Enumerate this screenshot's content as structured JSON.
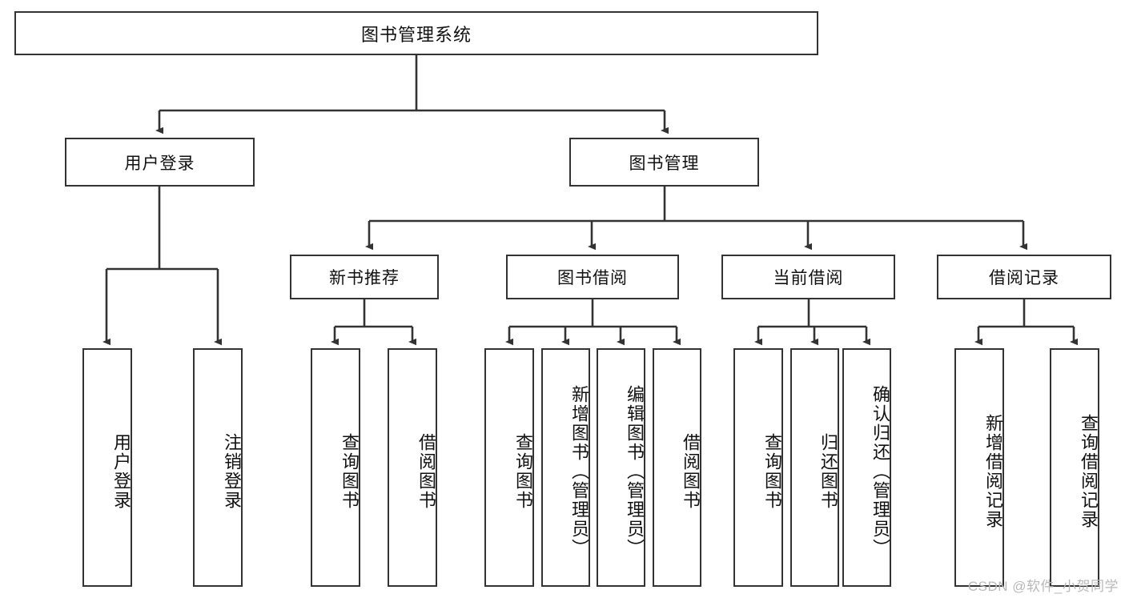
{
  "diagram": {
    "title": "图书管理系统",
    "type": "tree-hierarchy-chart",
    "root": {
      "id": "root",
      "label": "图书管理系统"
    },
    "level2": [
      {
        "id": "user-login",
        "label": "用户登录"
      },
      {
        "id": "book-management",
        "label": "图书管理"
      }
    ],
    "level3": [
      {
        "id": "new-book-recommend",
        "label": "新书推荐"
      },
      {
        "id": "book-borrow",
        "label": "图书借阅"
      },
      {
        "id": "current-borrow",
        "label": "当前借阅"
      },
      {
        "id": "borrow-record",
        "label": "借阅记录"
      }
    ],
    "leaves": {
      "user_login": [
        {
          "id": "leaf-user-login",
          "label": "用户登录"
        },
        {
          "id": "leaf-logout",
          "label": "注销登录"
        }
      ],
      "new_book_recommend": [
        {
          "id": "leaf-query-book-1",
          "label": "查询图书"
        },
        {
          "id": "leaf-borrow-book-1",
          "label": "借阅图书"
        }
      ],
      "book_borrow": [
        {
          "id": "leaf-query-book-2",
          "label": "查询图书"
        },
        {
          "id": "leaf-add-book",
          "label": "新增图书（管理员）"
        },
        {
          "id": "leaf-edit-book",
          "label": "编辑图书（管理员）"
        },
        {
          "id": "leaf-borrow-book-2",
          "label": "借阅图书"
        }
      ],
      "current_borrow": [
        {
          "id": "leaf-query-book-3",
          "label": "查询图书"
        },
        {
          "id": "leaf-return-book",
          "label": "归还图书"
        },
        {
          "id": "leaf-confirm-return",
          "label": "确认归还（管理员）"
        }
      ],
      "borrow_record": [
        {
          "id": "leaf-add-record",
          "label": "新增借阅记录"
        },
        {
          "id": "leaf-query-record",
          "label": "查询借阅记录"
        }
      ]
    }
  },
  "watermark": {
    "text": "CSDN @软件_小贺同学"
  },
  "colors": {
    "box_border": "#333333",
    "box_fill": "#ffffff",
    "edge": "#333333",
    "text": "#111111",
    "watermark": "#b9b9b9"
  }
}
